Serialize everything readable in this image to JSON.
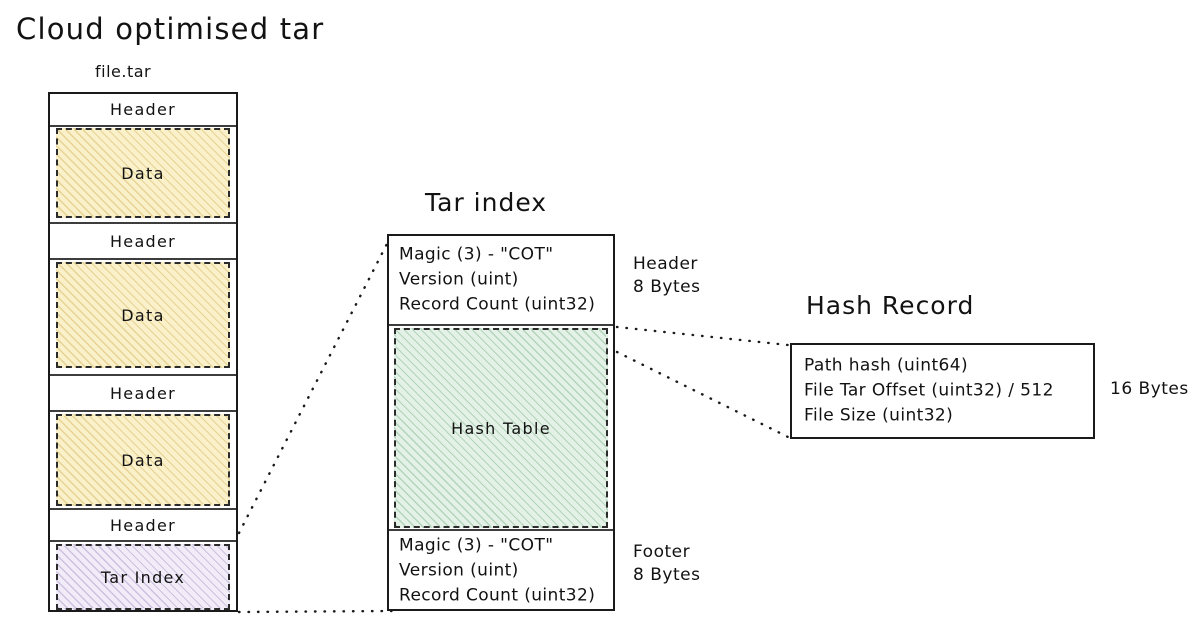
{
  "diagram": {
    "title": "Cloud optimised tar",
    "file_label": "file.tar",
    "tar_index_title": "Tar index",
    "hash_record_title": "Hash Record"
  },
  "tar_column": {
    "segments": [
      {
        "label": "Header",
        "kind": "header"
      },
      {
        "label": "Data",
        "kind": "data"
      },
      {
        "label": "Header",
        "kind": "header"
      },
      {
        "label": "Data",
        "kind": "data"
      },
      {
        "label": "Header",
        "kind": "header"
      },
      {
        "label": "Data",
        "kind": "data"
      },
      {
        "label": "Header",
        "kind": "header"
      },
      {
        "label": "Tar Index",
        "kind": "index"
      }
    ]
  },
  "tar_index": {
    "header": {
      "lines": [
        "Magic (3) - \"COT\"",
        "Version (uint)",
        "Record Count (uint32)"
      ],
      "side_label_line1": "Header",
      "side_label_line2": "8 Bytes"
    },
    "table": {
      "label": "Hash Table"
    },
    "footer": {
      "lines": [
        "Magic (3) - \"COT\"",
        "Version (uint)",
        "Record Count (uint32)"
      ],
      "side_label_line1": "Footer",
      "side_label_line2": "8 Bytes"
    }
  },
  "hash_record": {
    "lines": [
      "Path hash (uint64)",
      "File Tar Offset (uint32) / 512",
      "File Size (uint32)"
    ],
    "side_label": "16 Bytes"
  },
  "colors": {
    "ink": "#121212",
    "data_fill": "#faf0ca",
    "index_fill": "#f1ecf7",
    "hash_fill": "#e3f1e6",
    "background": "#ffffff"
  }
}
